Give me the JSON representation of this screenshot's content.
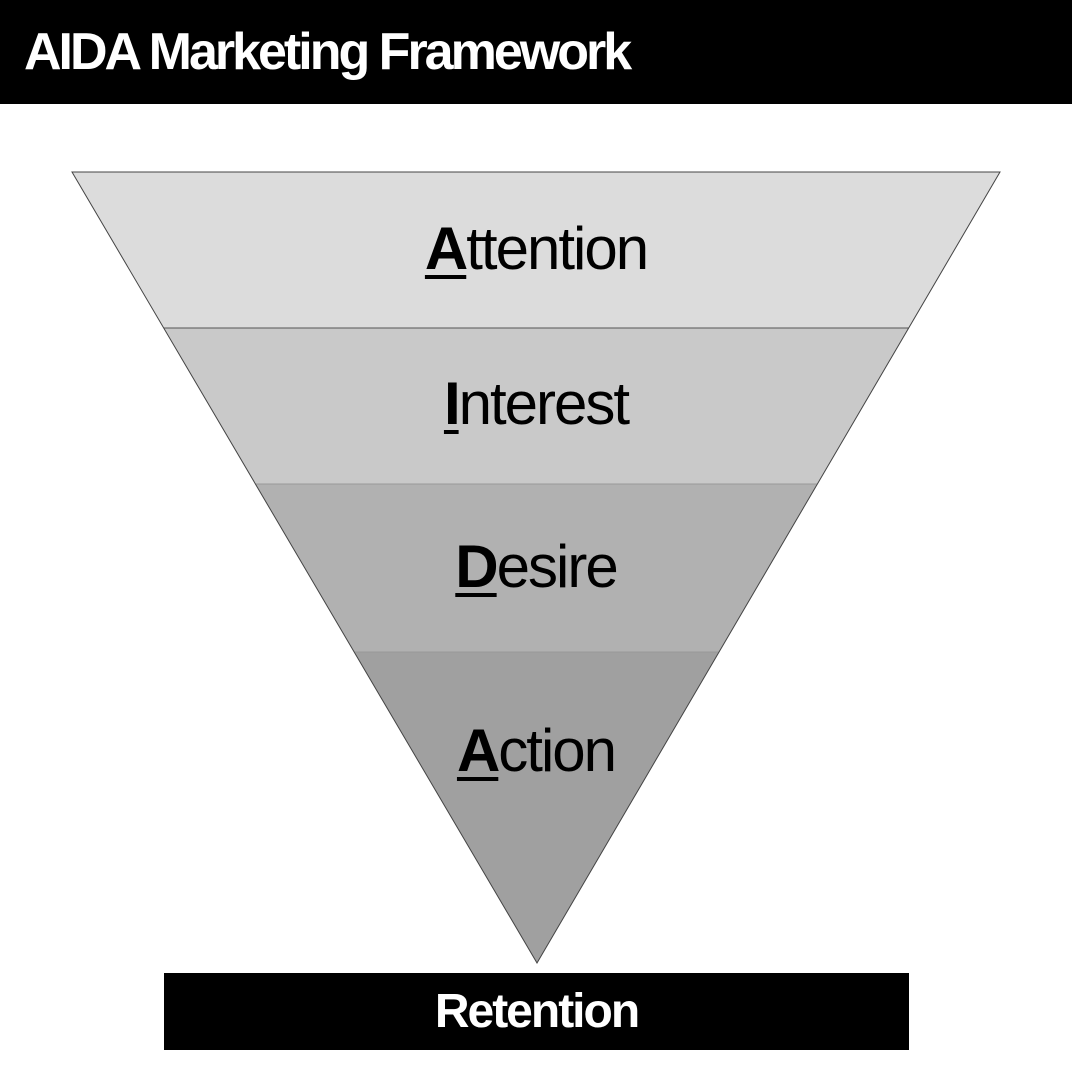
{
  "title": "AIDA Marketing Framework",
  "stages": [
    {
      "initial": "A",
      "rest": "ttention",
      "color": "#dcdcdc"
    },
    {
      "initial": "I",
      "rest": "nterest",
      "color": "#c9c9c9"
    },
    {
      "initial": "D",
      "rest": "esire",
      "color": "#b1b1b1"
    },
    {
      "initial": "A",
      "rest": "ction",
      "color": "#a0a0a0"
    }
  ],
  "footer": "Retention"
}
